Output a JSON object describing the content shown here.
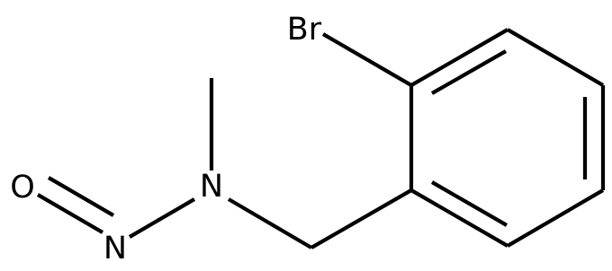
{
  "molecule": {
    "atoms": {
      "bromine": "Br",
      "nitrogen": "N",
      "oxygen": "O",
      "nitroso_nitrogen": "N"
    }
  }
}
